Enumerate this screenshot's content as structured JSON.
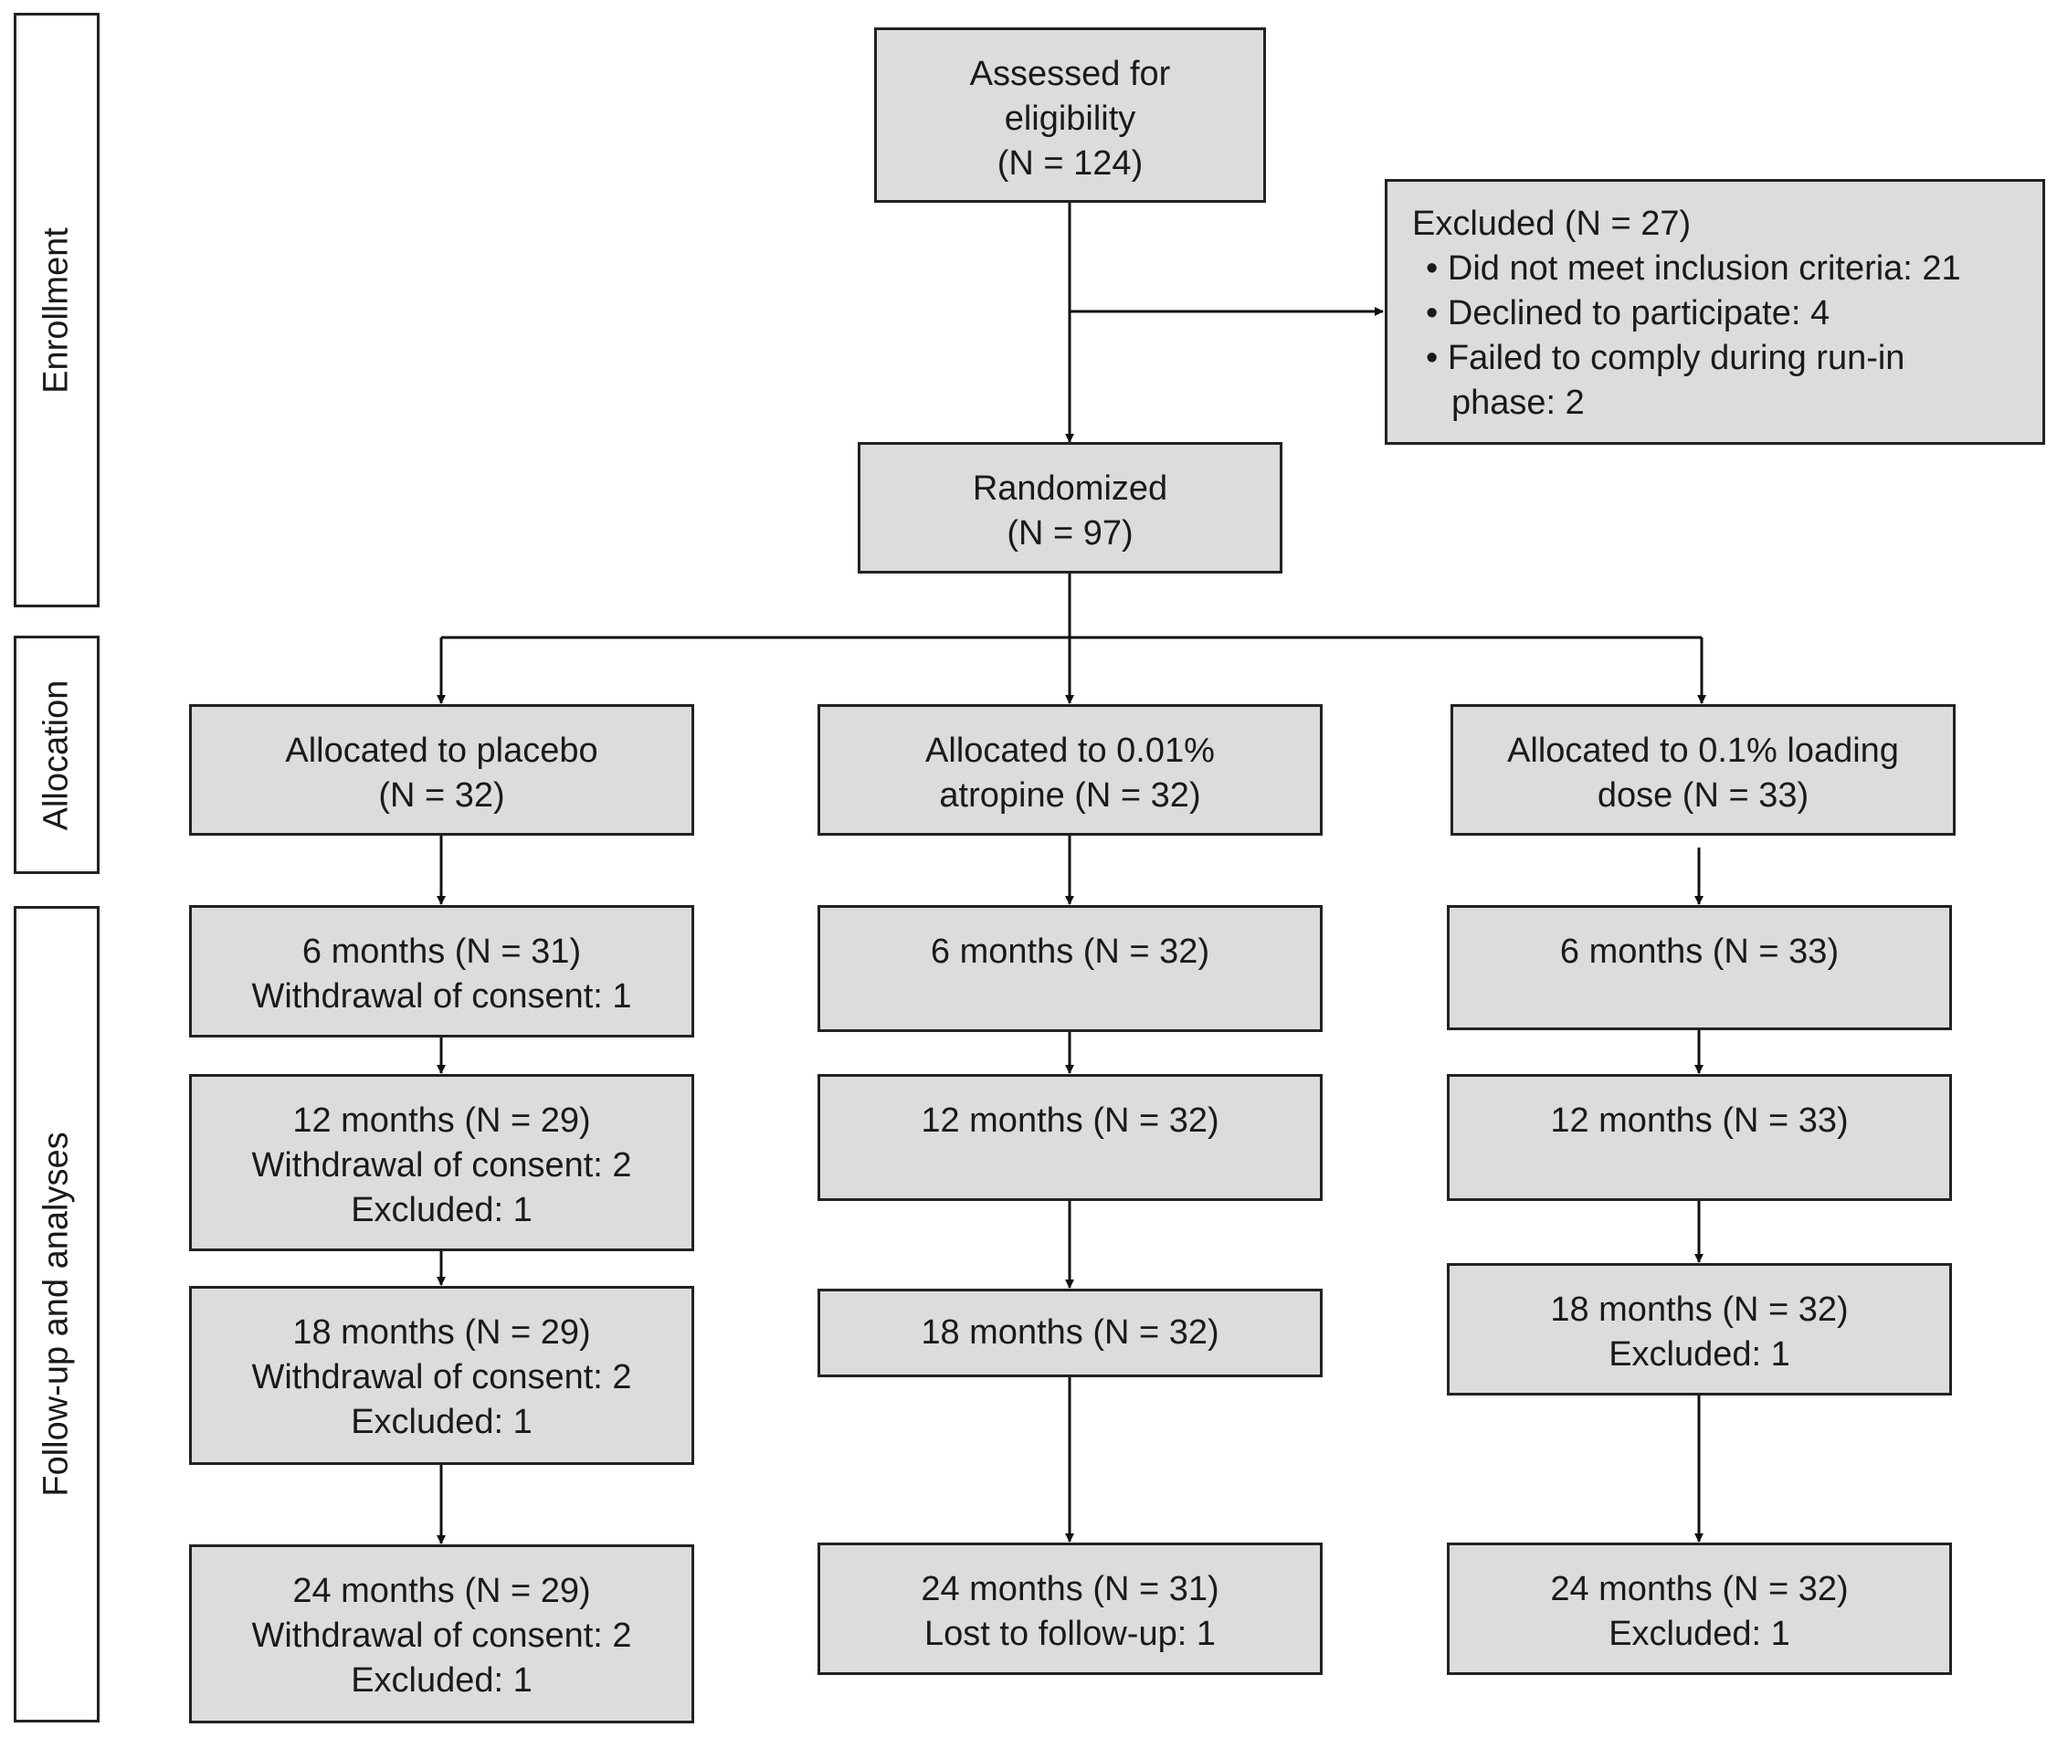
{
  "stages": {
    "enrollment": "Enrollment",
    "allocation": "Allocation",
    "followup": "Follow-up and analyses"
  },
  "assessed": {
    "lines": [
      "Assessed for",
      "eligibility",
      "(N = 124)"
    ]
  },
  "excluded": {
    "title": "Excluded (N = 27)",
    "items": [
      "Did not meet inclusion criteria: 21",
      "Declined to participate: 4",
      "Failed to comply during run-in",
      "phase: 2"
    ]
  },
  "randomized": {
    "lines": [
      "Randomized",
      "(N = 97)"
    ]
  },
  "arms": [
    {
      "allocation": [
        "Allocated to placebo",
        "(N = 32)"
      ],
      "m6": [
        "6 months (N = 31)",
        "Withdrawal of consent: 1"
      ],
      "m12": [
        "12 months (N = 29)",
        "Withdrawal of consent: 2",
        "Excluded: 1"
      ],
      "m18": [
        "18 months (N = 29)",
        "Withdrawal of consent: 2",
        "Excluded: 1"
      ],
      "m24": [
        "24 months (N = 29)",
        "Withdrawal of consent: 2",
        "Excluded: 1"
      ]
    },
    {
      "allocation": [
        "Allocated to 0.01%",
        "atropine (N = 32)"
      ],
      "m6": [
        "6 months (N = 32)"
      ],
      "m12": [
        "12 months (N = 32)"
      ],
      "m18": [
        "18 months (N = 32)"
      ],
      "m24": [
        "24 months (N = 31)",
        "Lost to follow-up: 1"
      ]
    },
    {
      "allocation": [
        "Allocated to 0.1% loading",
        "dose (N = 33)"
      ],
      "m6": [
        "6 months (N = 33)"
      ],
      "m12": [
        "12 months (N = 33)"
      ],
      "m18": [
        "18 months (N = 32)",
        "Excluded: 1"
      ],
      "m24": [
        "24 months (N = 32)",
        "Excluded: 1"
      ]
    }
  ]
}
